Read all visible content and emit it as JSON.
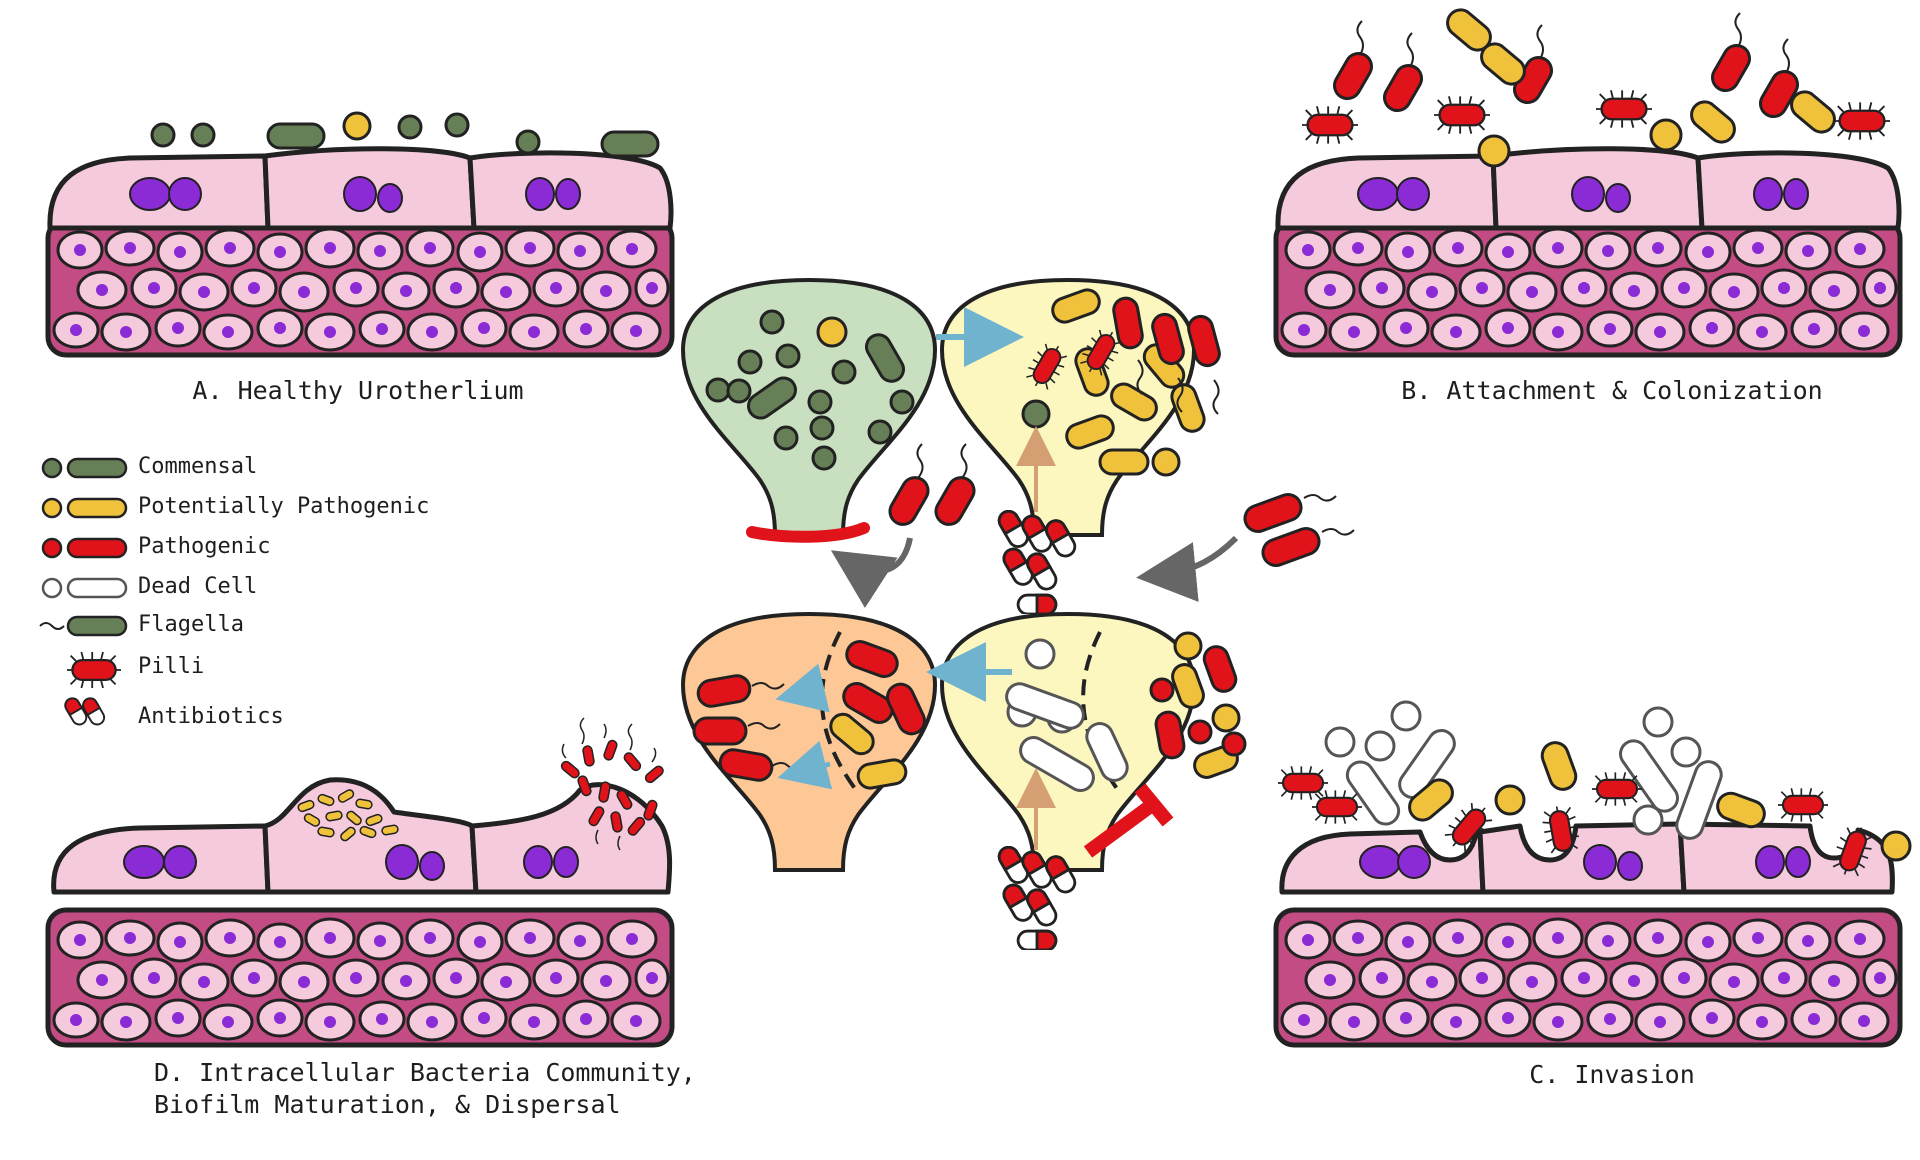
{
  "panels": {
    "a": "A. Healthy Urotherlium",
    "b": "B. Attachment & Colonization",
    "c": "C. Invasion",
    "d_line1": "D. Intracellular Bacteria Community,",
    "d_line2": "Biofilm Maturation, & Dispersal"
  },
  "legend": [
    {
      "label": "Commensal",
      "icon": "commensal-icon"
    },
    {
      "label": "Potentially Pathogenic",
      "icon": "potentially-pathogenic-icon"
    },
    {
      "label": "Pathogenic",
      "icon": "pathogenic-icon"
    },
    {
      "label": "Dead Cell",
      "icon": "dead-cell-icon"
    },
    {
      "label": "Flagella",
      "icon": "flagella-icon"
    },
    {
      "label": "Pilli",
      "icon": "pilli-icon"
    },
    {
      "label": "Antibiotics",
      "icon": "antibiotics-icon"
    }
  ],
  "colors": {
    "commensal": "#667f57",
    "potentially_pathogenic": "#f0c23c",
    "pathogenic": "#e0121a",
    "dead_cell": "#ffffff",
    "cell_pink": "#f6cadd",
    "nucleus": "#8b2bd6",
    "bladder_green": "#c9e0c0",
    "bladder_yellow": "#fbf7bf",
    "bladder_orange": "#fdc895",
    "arrow_blue": "#6fb3cf",
    "arrow_orange": "#d4a073",
    "arrow_gray": "#666666"
  }
}
